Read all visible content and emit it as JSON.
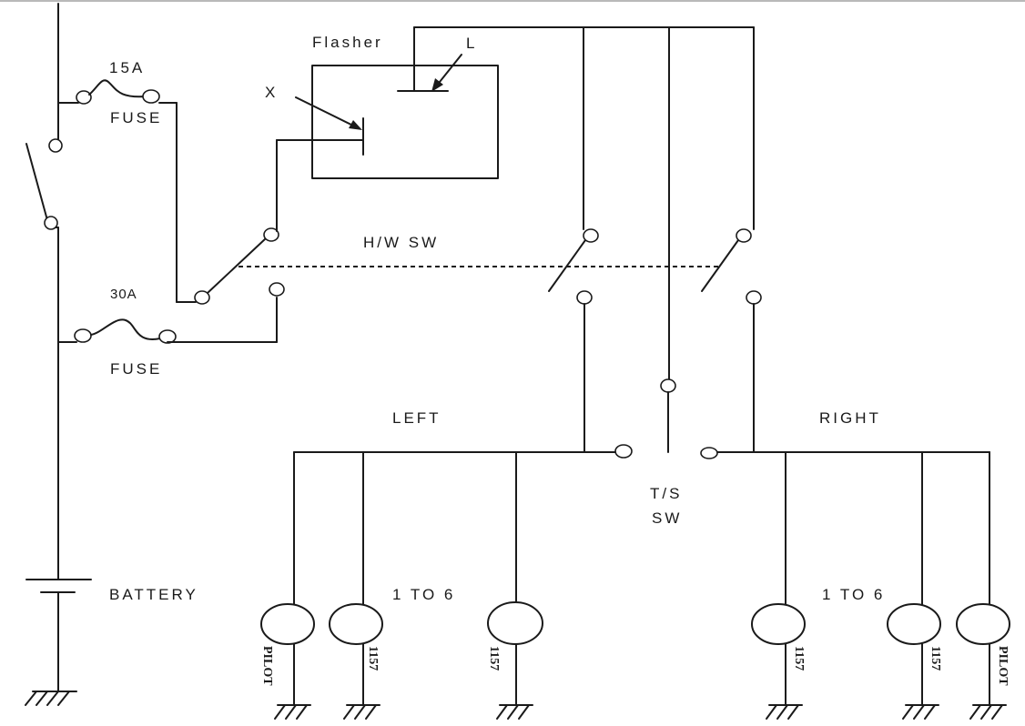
{
  "labels": {
    "flasher": "Flasher",
    "flasher_x": "X",
    "flasher_l": "L",
    "fuse_top_rating": "15A",
    "fuse_top": "FUSE",
    "fuse_bottom_rating": "30A",
    "fuse_bottom": "FUSE",
    "hw_sw": "H/W SW",
    "left": "LEFT",
    "right": "RIGHT",
    "ts_sw_line1": "T/S",
    "ts_sw_line2": "SW",
    "battery": "BATTERY",
    "left_count": "1 TO 6",
    "right_count": "1 TO 6"
  },
  "lamps": {
    "left_pilot": "PILOT",
    "left_1157_a": "1157",
    "left_1157_b": "1157",
    "right_1157_a": "1157",
    "right_1157_b": "1157",
    "right_pilot": "PILOT"
  }
}
